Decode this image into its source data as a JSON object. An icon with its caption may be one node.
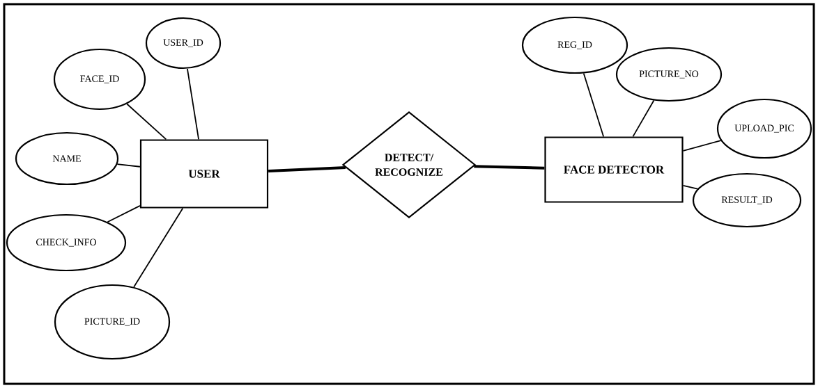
{
  "diagram": {
    "nodes": [
      {
        "text": [
          "USER_ID"
        ]
      },
      {
        "text": [
          "REG_ID"
        ]
      },
      {
        "text": [
          "FACE_ID"
        ]
      },
      {
        "text": [
          "PICTURE_NO"
        ]
      },
      {
        "text": [
          "UPLOAD_PIC"
        ]
      },
      {
        "text": [
          "NAME"
        ]
      },
      {
        "text": [
          "USER"
        ]
      },
      {
        "text": [
          "DETECT/ RECOGNIZE"
        ]
      },
      {
        "text": [
          "FACE DETECTOR"
        ]
      },
      {
        "text": [
          "RESULT_ID"
        ]
      },
      {
        "text": [
          "CHECK_INFO"
        ]
      },
      {
        "text": [
          "PICTURE_ID"
        ]
      }
    ],
    "edges": [
      {
        "from": 0,
        "to": 6,
        "arrow": "none"
      },
      {
        "from": 2,
        "to": 6,
        "arrow": "none"
      },
      {
        "from": 5,
        "to": 6,
        "arrow": "none"
      },
      {
        "from": 10,
        "to": 6,
        "arrow": "none"
      },
      {
        "from": 11,
        "to": 6,
        "arrow": "none"
      },
      {
        "from": 6,
        "to": 7,
        "arrow": "none",
        "style": "thick"
      },
      {
        "from": 7,
        "to": 8,
        "arrow": "none",
        "style": "thick"
      },
      {
        "from": 1,
        "to": 8,
        "arrow": "none"
      },
      {
        "from": 3,
        "to": 8,
        "arrow": "none"
      },
      {
        "from": 4,
        "to": 8,
        "arrow": "none"
      },
      {
        "from": 9,
        "to": 8,
        "arrow": "none"
      }
    ]
  }
}
